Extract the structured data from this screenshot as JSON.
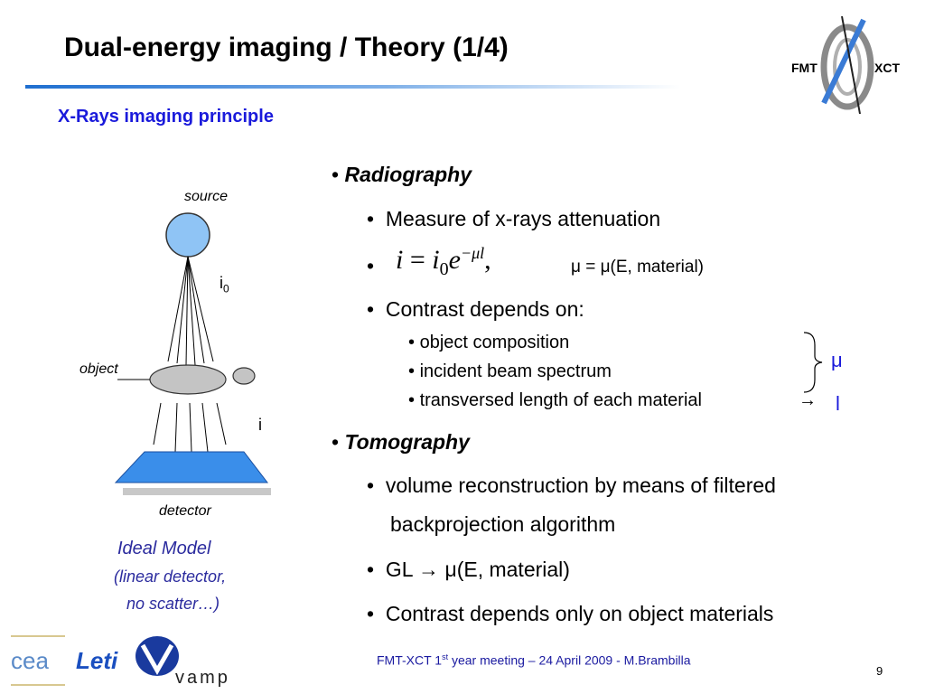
{
  "slide": {
    "title": "Dual-energy imaging / Theory (1/4)",
    "subtitle": "X-Rays imaging principle"
  },
  "diagram": {
    "source_label": "source",
    "i0_main": "i",
    "i0_sub": "0",
    "object_label": "object",
    "i_label": "i",
    "detector_label": "detector",
    "model_title": "Ideal Model",
    "model_note_line1": "(linear detector,",
    "model_note_line2": "no scatter…)"
  },
  "content": {
    "radiography": "Radiography",
    "measure": "Measure of x-rays attenuation",
    "formula_i": "i",
    "formula_eq": "=",
    "formula_i0": "i",
    "formula_i0_sub": "0",
    "formula_e": "e",
    "formula_exp": "−μl",
    "formula_comma": ",",
    "mu_relation": "μ = μ(E, material)",
    "contrast": "Contrast depends on:",
    "sub_items": [
      "object composition",
      "incident beam spectrum",
      "transversed length of each material"
    ],
    "arrow": "→",
    "mu_symbol": "μ",
    "l_symbol": "l",
    "tomography": "Tomography",
    "volume_line1": "volume reconstruction by means of filtered",
    "volume_line2": "backprojection algorithm",
    "gl": "GL → μ(E, material)",
    "contrast_only": "Contrast depends only on object materials"
  },
  "footer": {
    "text_before": "FMT-XCT 1",
    "text_sup": "st",
    "text_after": " year meeting – 24 April 2009 - M.Brambilla",
    "page": "9",
    "logo_cea": "cea",
    "logo_leti": "Leti",
    "logo_vamp": "vamp"
  },
  "logo": {
    "fmt": "FMT",
    "xct": "XCT"
  },
  "colors": {
    "accent_blue": "#1a1adb",
    "sphere": "#8fc4f5",
    "detector": "#3a8eea"
  }
}
